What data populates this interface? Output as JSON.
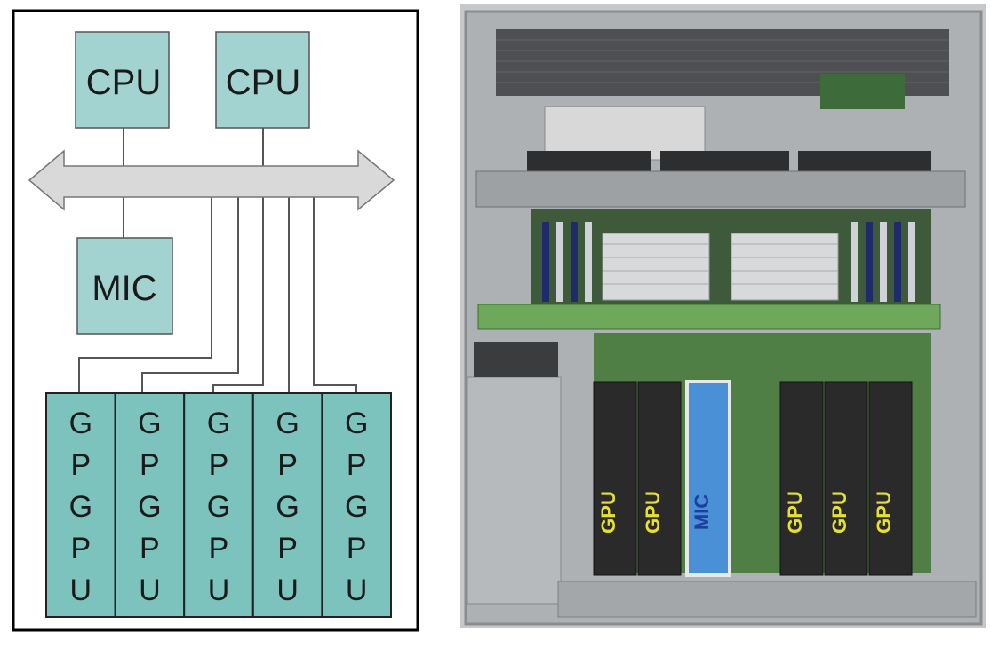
{
  "diagram": {
    "cpu_boxes": [
      "CPU",
      "CPU"
    ],
    "mic_box": "MIC",
    "gpu_columns": [
      [
        "G",
        "P",
        "G",
        "P",
        "U"
      ],
      [
        "G",
        "P",
        "G",
        "P",
        "U"
      ],
      [
        "G",
        "P",
        "G",
        "P",
        "U"
      ],
      [
        "G",
        "P",
        "G",
        "P",
        "U"
      ],
      [
        "G",
        "P",
        "G",
        "P",
        "U"
      ]
    ],
    "colors": {
      "box_fill": "#a3d3d1",
      "gpu_fill": "#7cc2bd",
      "bus_fill": "#d9d9d9",
      "line": "#555555",
      "frame": "#000000"
    }
  },
  "photo": {
    "card_labels": [
      "GPU",
      "GPU",
      "MIC",
      "GPU",
      "GPU",
      "GPU"
    ],
    "colors": {
      "gpu_label": "#e6e12a",
      "mic_label": "#1f3f9e",
      "mic_card": "#4a90d6",
      "gpu_card": "#2a2a2a",
      "chassis": "#b9bcbf",
      "board": "#4f7f45"
    }
  }
}
